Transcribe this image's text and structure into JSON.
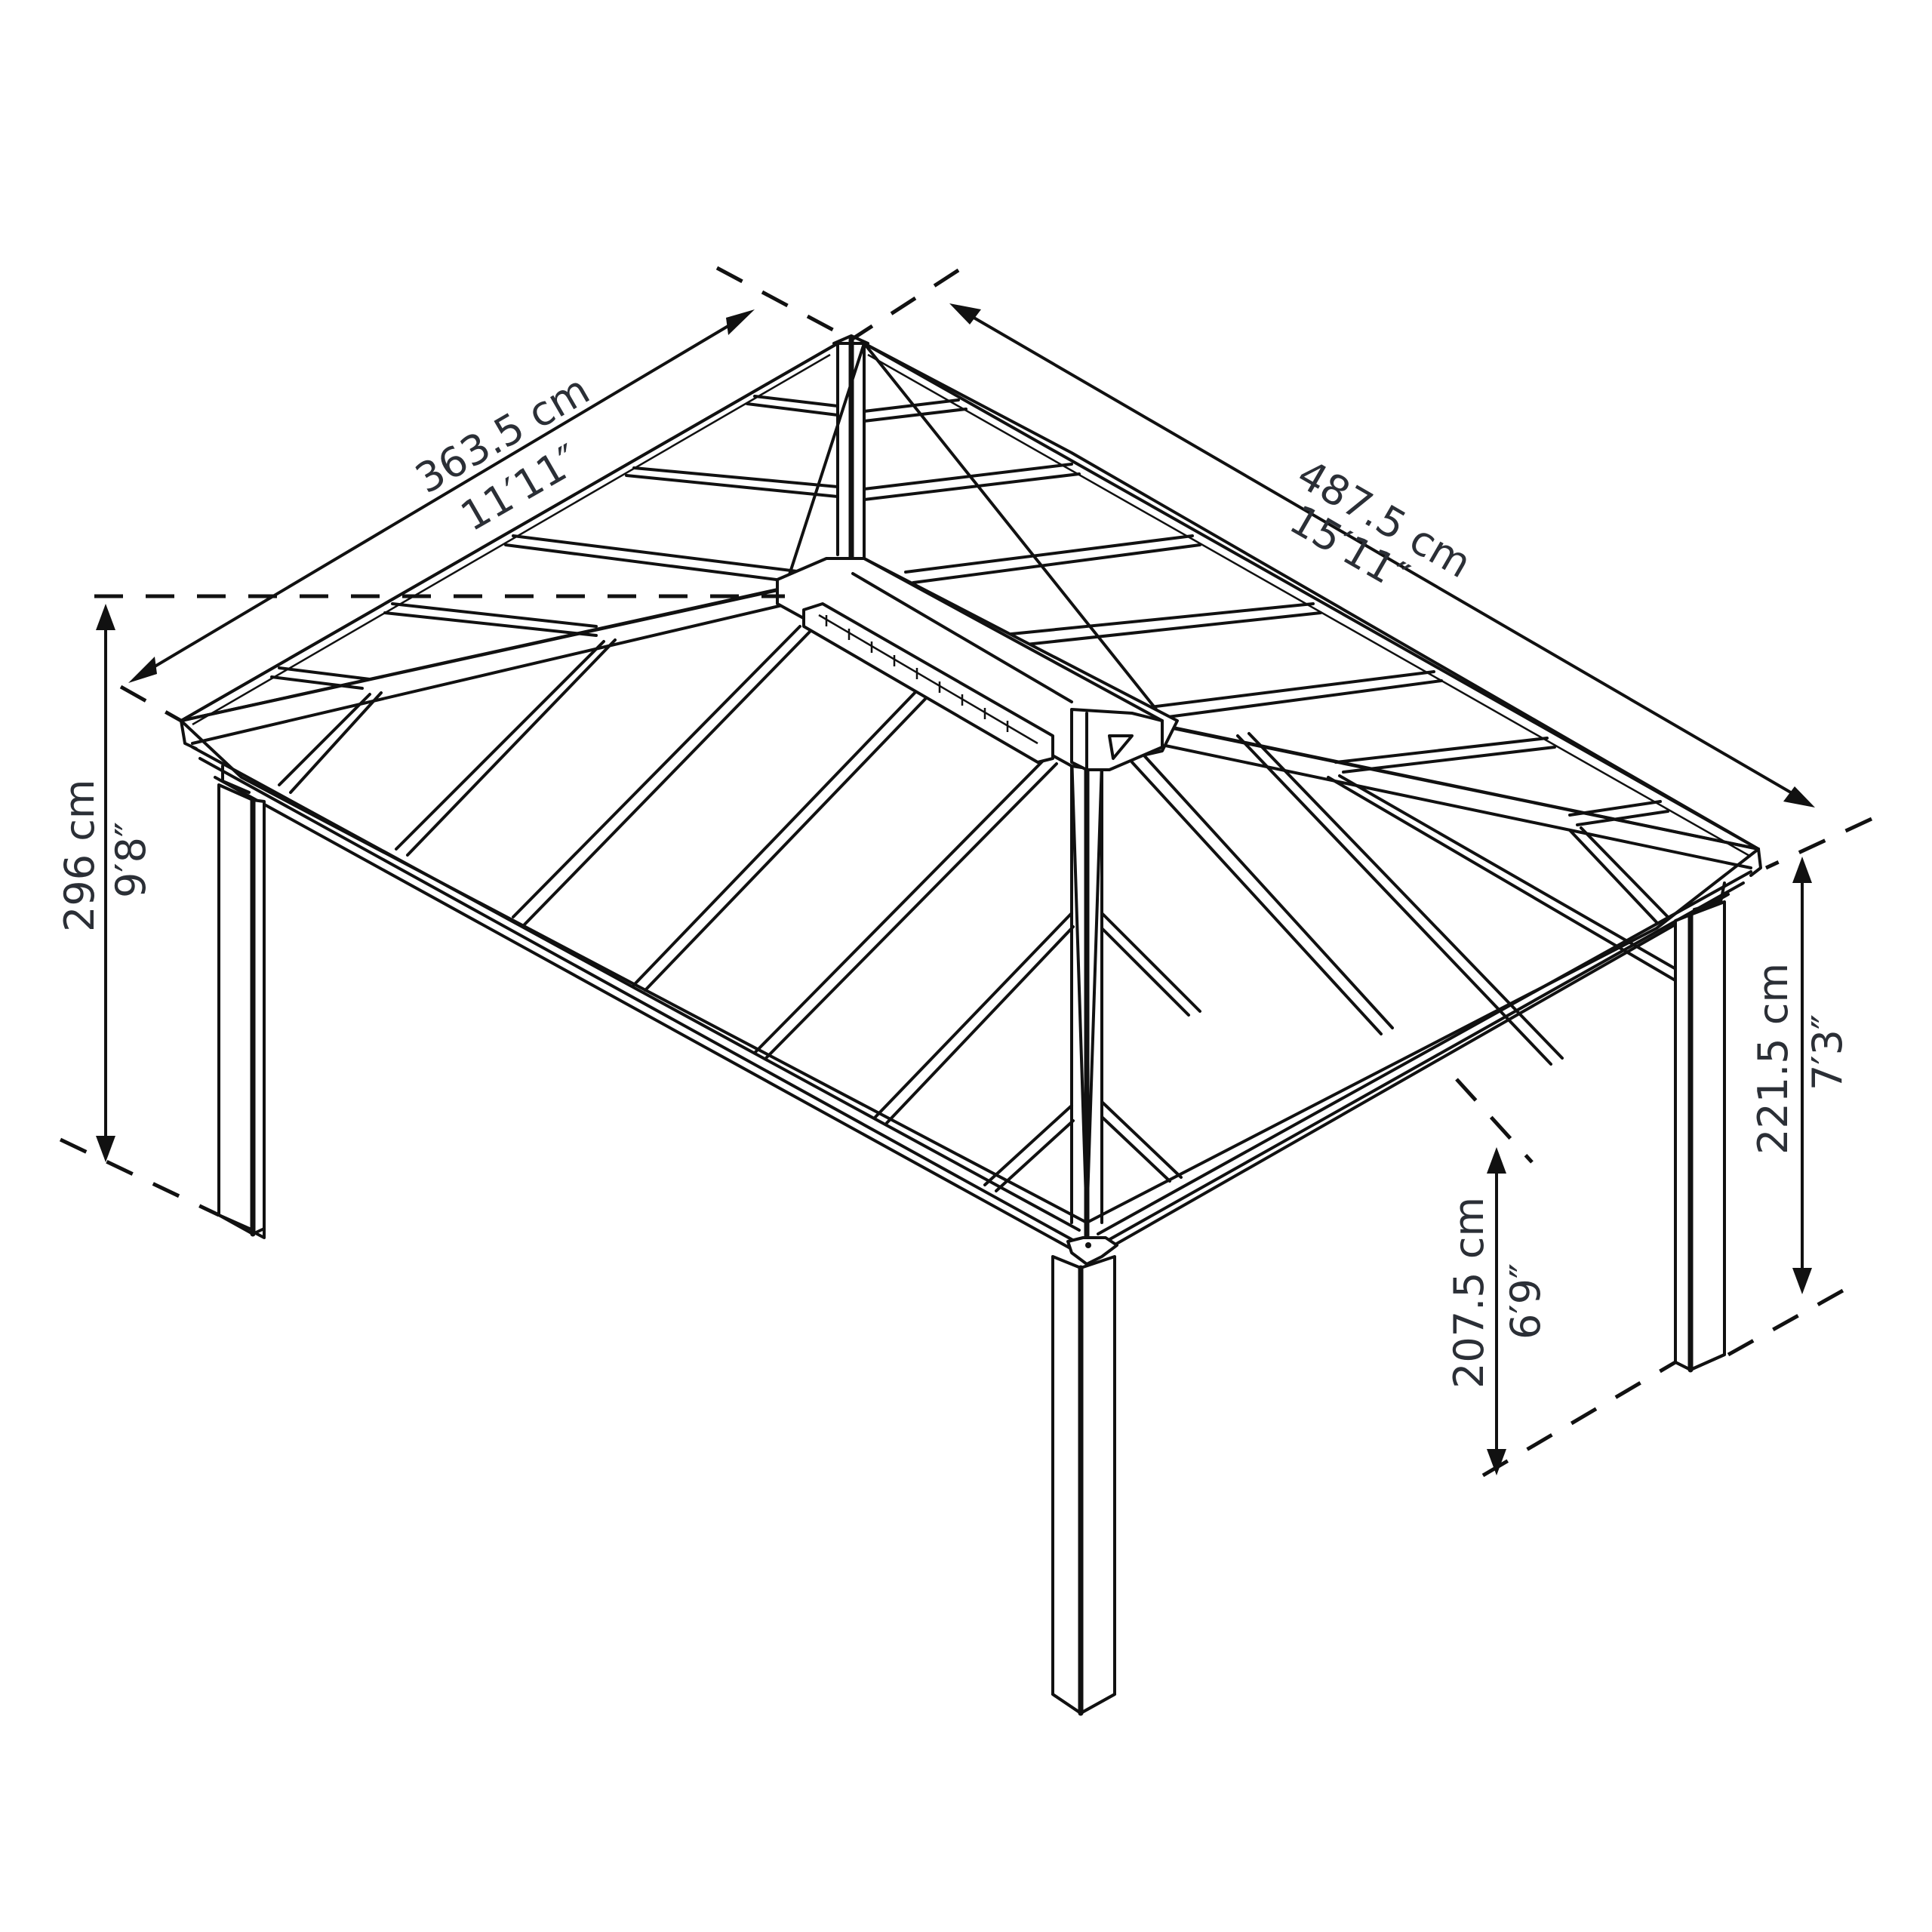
{
  "diagram": {
    "subject": "Hardtop gazebo with hip roof and ridge vent - dimensional drawing",
    "line_color": "#111111",
    "text_color": "#2b2f36",
    "background": "#ffffff"
  },
  "dimensions": {
    "depth": {
      "metric": "363.5 cm",
      "imperial": "11′11″"
    },
    "width": {
      "metric": "487.5 cm",
      "imperial": "15′11″"
    },
    "total_height": {
      "metric": "296 cm",
      "imperial": "9′8″"
    },
    "eave_height": {
      "metric": "221.5 cm",
      "imperial": "7′3″"
    },
    "clearance_height": {
      "metric": "207.5 cm",
      "imperial": "6′9″"
    }
  }
}
